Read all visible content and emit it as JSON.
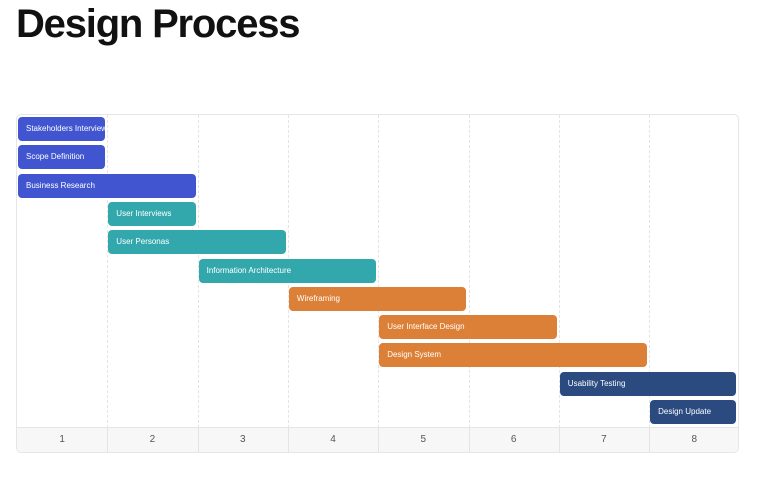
{
  "page": {
    "title": "Design Process"
  },
  "chart_data": {
    "type": "gantt",
    "title": "Design Process",
    "x_ticks": [
      "1",
      "2",
      "3",
      "4",
      "5",
      "6",
      "7",
      "8"
    ],
    "xlim": [
      1,
      8
    ],
    "grid": true,
    "tasks": [
      {
        "name": "Stakeholders Interview",
        "start": 1,
        "end": 2,
        "color": "#4055cf"
      },
      {
        "name": "Scope Definition",
        "start": 1,
        "end": 2,
        "color": "#4055cf"
      },
      {
        "name": "Business Research",
        "start": 1,
        "end": 3,
        "color": "#4055cf"
      },
      {
        "name": "User Interviews",
        "start": 2,
        "end": 3,
        "color": "#33a8ac"
      },
      {
        "name": "User Personas",
        "start": 2,
        "end": 4,
        "color": "#33a8ac"
      },
      {
        "name": "Information Architecture",
        "start": 3,
        "end": 5,
        "color": "#33a8ac"
      },
      {
        "name": "Wireframing",
        "start": 4,
        "end": 6,
        "color": "#dc7f37"
      },
      {
        "name": "User Interface Design",
        "start": 5,
        "end": 7,
        "color": "#dc7f37"
      },
      {
        "name": "Design System",
        "start": 5,
        "end": 8,
        "color": "#dc7f37"
      },
      {
        "name": "Usability Testing",
        "start": 7,
        "end": 9,
        "color": "#2a4a80"
      },
      {
        "name": "Design Update",
        "start": 8,
        "end": 9,
        "color": "#2a4a80"
      }
    ]
  }
}
